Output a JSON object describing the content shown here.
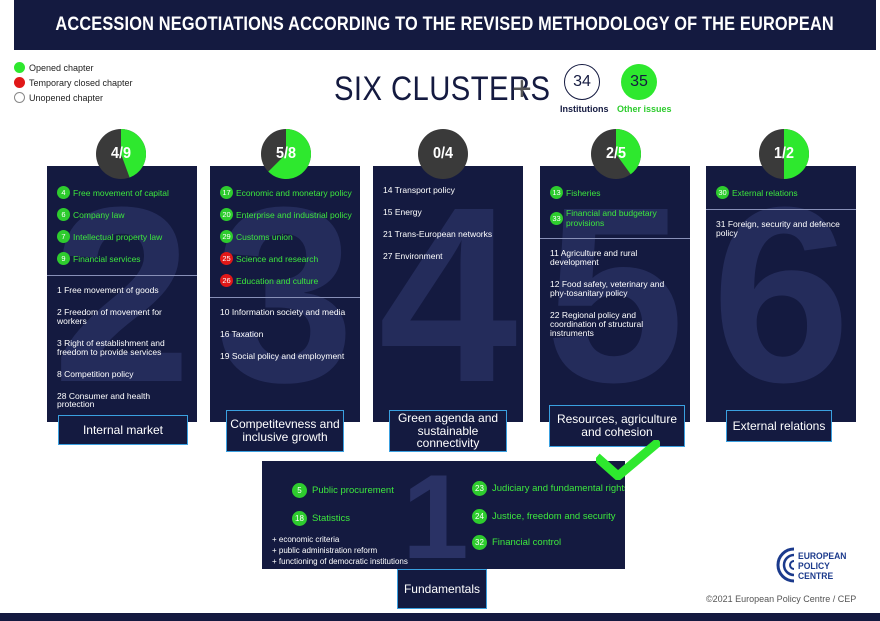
{
  "title": "ACCESSION NEGOTIATIONS ACCORDING TO THE REVISED METHODOLOGY OF THE EUROPEAN",
  "legend": [
    {
      "label": "Opened chapter",
      "color": "#2ee82e"
    },
    {
      "label": "Temporary closed chapter",
      "color": "#e01818"
    },
    {
      "label": "Unopened chapter",
      "color": "#ffffff"
    }
  ],
  "headline": "SIX CLUSTERS",
  "plus": "+",
  "institutions": {
    "count": "34",
    "label": "Institutions"
  },
  "other_issues": {
    "count": "35",
    "label": "Other issues"
  },
  "clusters": [
    {
      "number": "2",
      "progress": "4/9",
      "opened_fraction": 0.444,
      "title": "Internal market",
      "opened": [
        {
          "num": "4",
          "name": "Free movement of capital"
        },
        {
          "num": "6",
          "name": "Company law"
        },
        {
          "num": "7",
          "name": "Intellectual property law"
        },
        {
          "num": "9",
          "name": "Financial services"
        }
      ],
      "other": [
        "1  Free movement of goods",
        "2  Freedom of movement for workers",
        "3  Right of establishment and freedom to provide services",
        "8  Competition policy",
        "28 Consumer and health protection"
      ]
    },
    {
      "number": "3",
      "progress": "5/8",
      "opened_fraction": 0.625,
      "title": "Competitevness and inclusive growth",
      "opened": [
        {
          "num": "17",
          "name": "Economic and monetary policy"
        },
        {
          "num": "20",
          "name": "Enterprise and industrial policy"
        },
        {
          "num": "29",
          "name": "Customs union"
        },
        {
          "num": "25",
          "name": "Science and research",
          "closed": true
        },
        {
          "num": "26",
          "name": "Education and culture",
          "closed": true
        }
      ],
      "other": [
        "10 Information society and media",
        "16 Taxation",
        "19 Social policy and employment"
      ]
    },
    {
      "number": "4",
      "progress": "0/4",
      "opened_fraction": 0,
      "title": "Green agenda and sustainable connectivity",
      "opened": [],
      "other": [
        "14 Transport policy",
        "15 Energy",
        "21 Trans-European networks",
        "27 Environment"
      ]
    },
    {
      "number": "5",
      "progress": "2/5",
      "opened_fraction": 0.4,
      "title": "Resources, agriculture and cohesion",
      "opened": [
        {
          "num": "13",
          "name": "Fisheries"
        },
        {
          "num": "33",
          "name": "Financial and budgetary provisions"
        }
      ],
      "other": [
        "11 Agriculture and rural development",
        "12 Food safety, veterinary and phy-tosanitary policy",
        "22 Regional policy and coordination of structural instruments"
      ]
    },
    {
      "number": "6",
      "progress": "1/2",
      "opened_fraction": 0.5,
      "title": "External relations",
      "opened": [
        {
          "num": "30",
          "name": "External relations"
        }
      ],
      "other": [
        "31 Foreign, security and defence policy"
      ]
    }
  ],
  "fundamentals": {
    "number": "1",
    "title": "Fundamentals",
    "left": [
      {
        "num": "5",
        "name": "Public procurement"
      },
      {
        "num": "18",
        "name": "Statistics"
      }
    ],
    "right": [
      {
        "num": "23",
        "name": "Judiciary and fundamental rights"
      },
      {
        "num": "24",
        "name": "Justice, freedom and security"
      },
      {
        "num": "32",
        "name": "Financial control"
      }
    ],
    "notes": [
      "+ economic criteria",
      "+ public administration reform",
      "+ functioning of democratic institutions"
    ]
  },
  "logo": {
    "line1": "EUROPEAN",
    "line2": "POLICY",
    "line3": "CENTRE"
  },
  "copyright": "©2021 European Policy Centre / CEP",
  "colors": {
    "navy": "#141a40",
    "green": "#2ee82e",
    "red": "#e01818",
    "border": "#3aa0e0"
  }
}
